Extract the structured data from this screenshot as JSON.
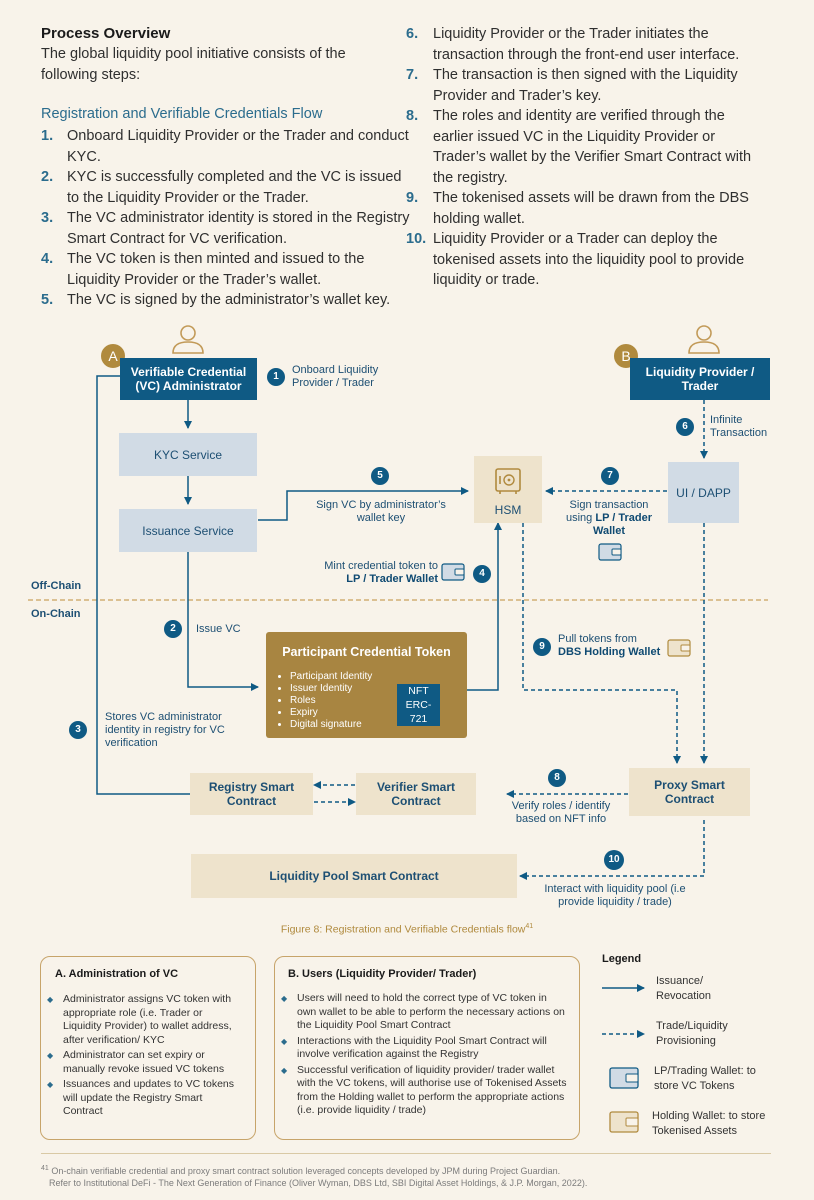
{
  "overview": {
    "title": "Process Overview",
    "intro": "The global liquidity pool initiative consists of the following steps:",
    "flow_heading": "Registration and Verifiable Credentials Flow",
    "steps_left": [
      {
        "n": "1.",
        "t": "Onboard Liquidity Provider or the Trader and conduct KYC."
      },
      {
        "n": "2.",
        "t": "KYC is successfully completed and the VC is issued to the Liquidity Provider or the Trader."
      },
      {
        "n": "3.",
        "t": "The VC administrator identity is stored in the Registry Smart Contract for VC verification."
      },
      {
        "n": "4.",
        "t": "The VC token is then minted and issued to the Liquidity Provider or the Trader’s wallet."
      },
      {
        "n": "5.",
        "t": "The VC is signed by the administrator’s wallet key."
      }
    ],
    "steps_right": [
      {
        "n": "6.",
        "t": "Liquidity Provider or the Trader initiates the transaction through the front-end user interface."
      },
      {
        "n": "7.",
        "t": "The transaction is then signed with the Liquidity Provider and Trader’s key."
      },
      {
        "n": "8.",
        "t": "The roles and identity are verified through the earlier issued VC in the Liquidity Provider or Trader’s wallet by the Verifier Smart Contract with the registry."
      },
      {
        "n": "9.",
        "t": "The tokenised assets will be drawn from the DBS holding wallet."
      },
      {
        "n": "10.",
        "t": "Liquidity Provider or a Trader can deploy the tokenised assets into the liquidity pool to provide liquidity or trade."
      }
    ]
  },
  "diagram": {
    "badge_a": "A",
    "badge_b": "B",
    "vc_admin": "Verifiable Credential (VC) Administrator",
    "lp_trader": "Liquidity Provider / Trader",
    "kyc": "KYC Service",
    "issuance": "Issuance Service",
    "hsm": "HSM",
    "ui_dapp": "UI / DAPP",
    "zone_off": "Off-Chain",
    "zone_on": "On-Chain",
    "pct_title": "Participant Credential Token",
    "pct_items": [
      "Participant Identity",
      "Issuer Identity",
      "Roles",
      "Expiry",
      "Digital signature"
    ],
    "nft_1": "NFT",
    "nft_2": "ERC-721",
    "registry": "Registry Smart Contract",
    "verifier": "Verifier Smart Contract",
    "proxy": "Proxy Smart Contract",
    "pool": "Liquidity Pool Smart Contract",
    "step1": "Onboard Liquidity Provider / Trader",
    "step2": "Issue VC",
    "step3": "Stores VC administrator identity in registry for VC verification",
    "step4_a": "Mint credential token to",
    "step4_b": "LP / Trader Wallet",
    "step5": "Sign VC by administrator’s wallet key",
    "step6": "Infinite Transaction",
    "step7_a": "Sign transaction using",
    "step7_b": "LP / Trader Wallet",
    "step8": "Verify roles / identify based on NFT info",
    "step9_a": "Pull tokens from",
    "step9_b": "DBS Holding Wallet",
    "step10": "Interact with liquidity pool (i.e provide liquidity / trade)",
    "numbers": [
      "1",
      "2",
      "3",
      "4",
      "5",
      "6",
      "7",
      "8",
      "9",
      "10"
    ]
  },
  "caption": "Figure 8: Registration and Verifiable Credentials flow",
  "caption_sup": "41",
  "box_a": {
    "title": "A. Administration of VC",
    "items": [
      "Administrator assigns VC token with appropriate role (i.e. Trader or Liquidity Provider) to wallet address, after verification/ KYC",
      "Administrator can set expiry or manually revoke issued VC tokens",
      "Issuances and updates to VC tokens will update the Registry Smart Contract"
    ]
  },
  "box_b": {
    "title": "B. Users (Liquidity Provider/ Trader)",
    "items": [
      "Users will need to hold the correct type of VC token in own wallet to be able to perform the necessary actions on the Liquidity Pool Smart Contract",
      "Interactions with the Liquidity Pool Smart Contract will involve verification against the Registry",
      "Successful verification of liquidity provider/ trader wallet with the VC tokens, will authorise use of Tokenised Assets from the Holding wallet to perform the appropriate actions (i.e. provide liquidity / trade)"
    ]
  },
  "legend": {
    "title": "Legend",
    "issuance": "Issuance/ Revocation",
    "trade": "Trade/Liquidity Provisioning",
    "lp_wallet": "LP/Trading Wallet: to store VC Tokens",
    "holding_wallet": "Holding Wallet: to store Tokenised Assets"
  },
  "footnote": {
    "sup": "41",
    "line1": "On-chain verifiable credential and proxy smart contract solution leveraged concepts developed by JPM during Project Guardian.",
    "line2": "Refer to Institutional DeFi - The Next Generation of Finance (Oliver Wyman, DBS Ltd, SBI Digital Asset Holdings, & J.P. Morgan, 2022)."
  },
  "colors": {
    "navy": "#0f5a84",
    "light_blue": "#d1dbe5",
    "tan": "#eee3cc",
    "gold": "#a88541",
    "background": "#f8f3ea"
  },
  "icons": [
    "person-icon",
    "safe-icon",
    "wallet-icon"
  ]
}
